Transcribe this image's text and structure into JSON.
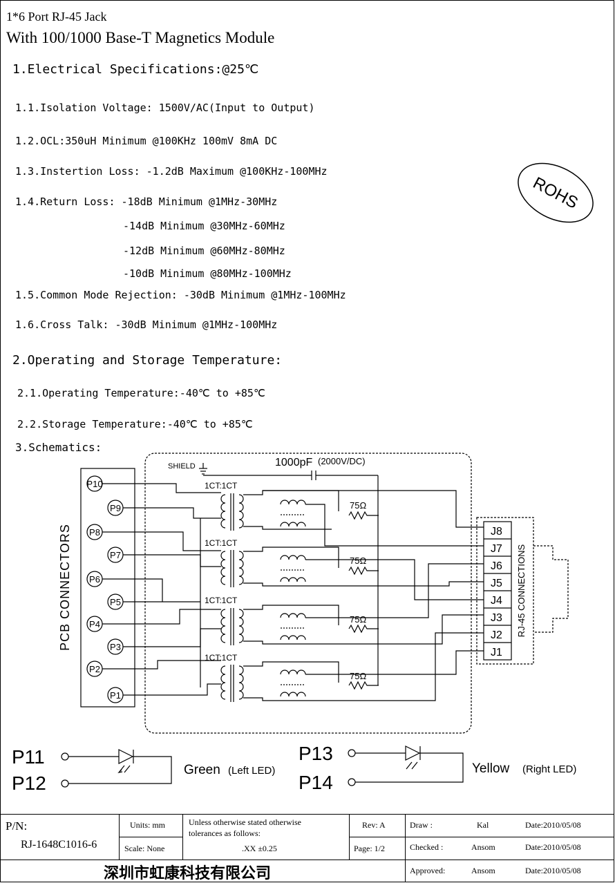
{
  "header": {
    "line1": "1*6 Port RJ-45 Jack",
    "line2": "With 100/1000 Base-T Magnetics Module"
  },
  "sections": {
    "s1": "1.Electrical Specifications:@25℃",
    "s1_1": "1.1.Isolation Voltage: 1500V/AC(Input to Output)",
    "s1_2": "1.2.OCL:350uH Minimum @100KHz 100mV 8mA DC",
    "s1_3": "1.3.Instertion Loss: -1.2dB Maximum @100KHz-100MHz",
    "s1_4": "1.4.Return Loss: -18dB Minimum @1MHz-30MHz",
    "s1_4b": "-14dB Minimum @30MHz-60MHz",
    "s1_4c": "-12dB Minimum @60MHz-80MHz",
    "s1_4d": "-10dB Minimum @80MHz-100MHz",
    "s1_5": "1.5.Common Mode Rejection: -30dB Minimum @1MHz-100MHz",
    "s1_6": "1.6.Cross Talk: -30dB Minimum @1MHz-100MHz",
    "s2": "2.Operating and Storage Temperature:",
    "s2_1": "2.1.Operating Temperature:-40℃ to +85℃",
    "s2_2": "2.2.Storage Temperature:-40℃ to +85℃",
    "s3": "3.Schematics:"
  },
  "badge": "ROHS",
  "schematic": {
    "shield": "SHIELD",
    "cap": "1000pF",
    "cap_rating": "(2000V/DC)",
    "ct": "1CT:1CT",
    "res": "75Ω",
    "pcb_label": "PCB CONNECTORS",
    "rj_label": "RJ-45 CONNECTIONS",
    "pins": [
      "P10",
      "P9",
      "P8",
      "P7",
      "P6",
      "P5",
      "P4",
      "P3",
      "P2",
      "P1"
    ],
    "jacks": [
      "J8",
      "J7",
      "J6",
      "J5",
      "J4",
      "J3",
      "J2",
      "J1"
    ]
  },
  "leds": {
    "p11": "P11",
    "p12": "P12",
    "p13": "P13",
    "p14": "P14",
    "green": "Green",
    "green_sub": "(Left LED)",
    "yellow": "Yellow",
    "yellow_sub": "(Right LED)"
  },
  "title_block": {
    "pn_label": "P/N:",
    "pn": "RJ-1648C1016-6",
    "units": "Units: mm",
    "scale": "Scale: None",
    "tol1": "Unless otherwise stated otherwise",
    "tol2": "tolerances as follows:",
    "tol3": ".XX ±0.25",
    "rev": "Rev: A",
    "page": "Page: 1/2",
    "draw_label": "Draw :",
    "draw_name": "Kal",
    "draw_date": "Date:2010/05/08",
    "checked_label": "Checked :",
    "checked_name": "Ansom",
    "checked_date": "Date:2010/05/08",
    "approved_label": "Approved:",
    "approved_name": "Ansom",
    "approved_date": "Date:2010/05/08",
    "company": "深圳市虹康科技有限公司"
  }
}
